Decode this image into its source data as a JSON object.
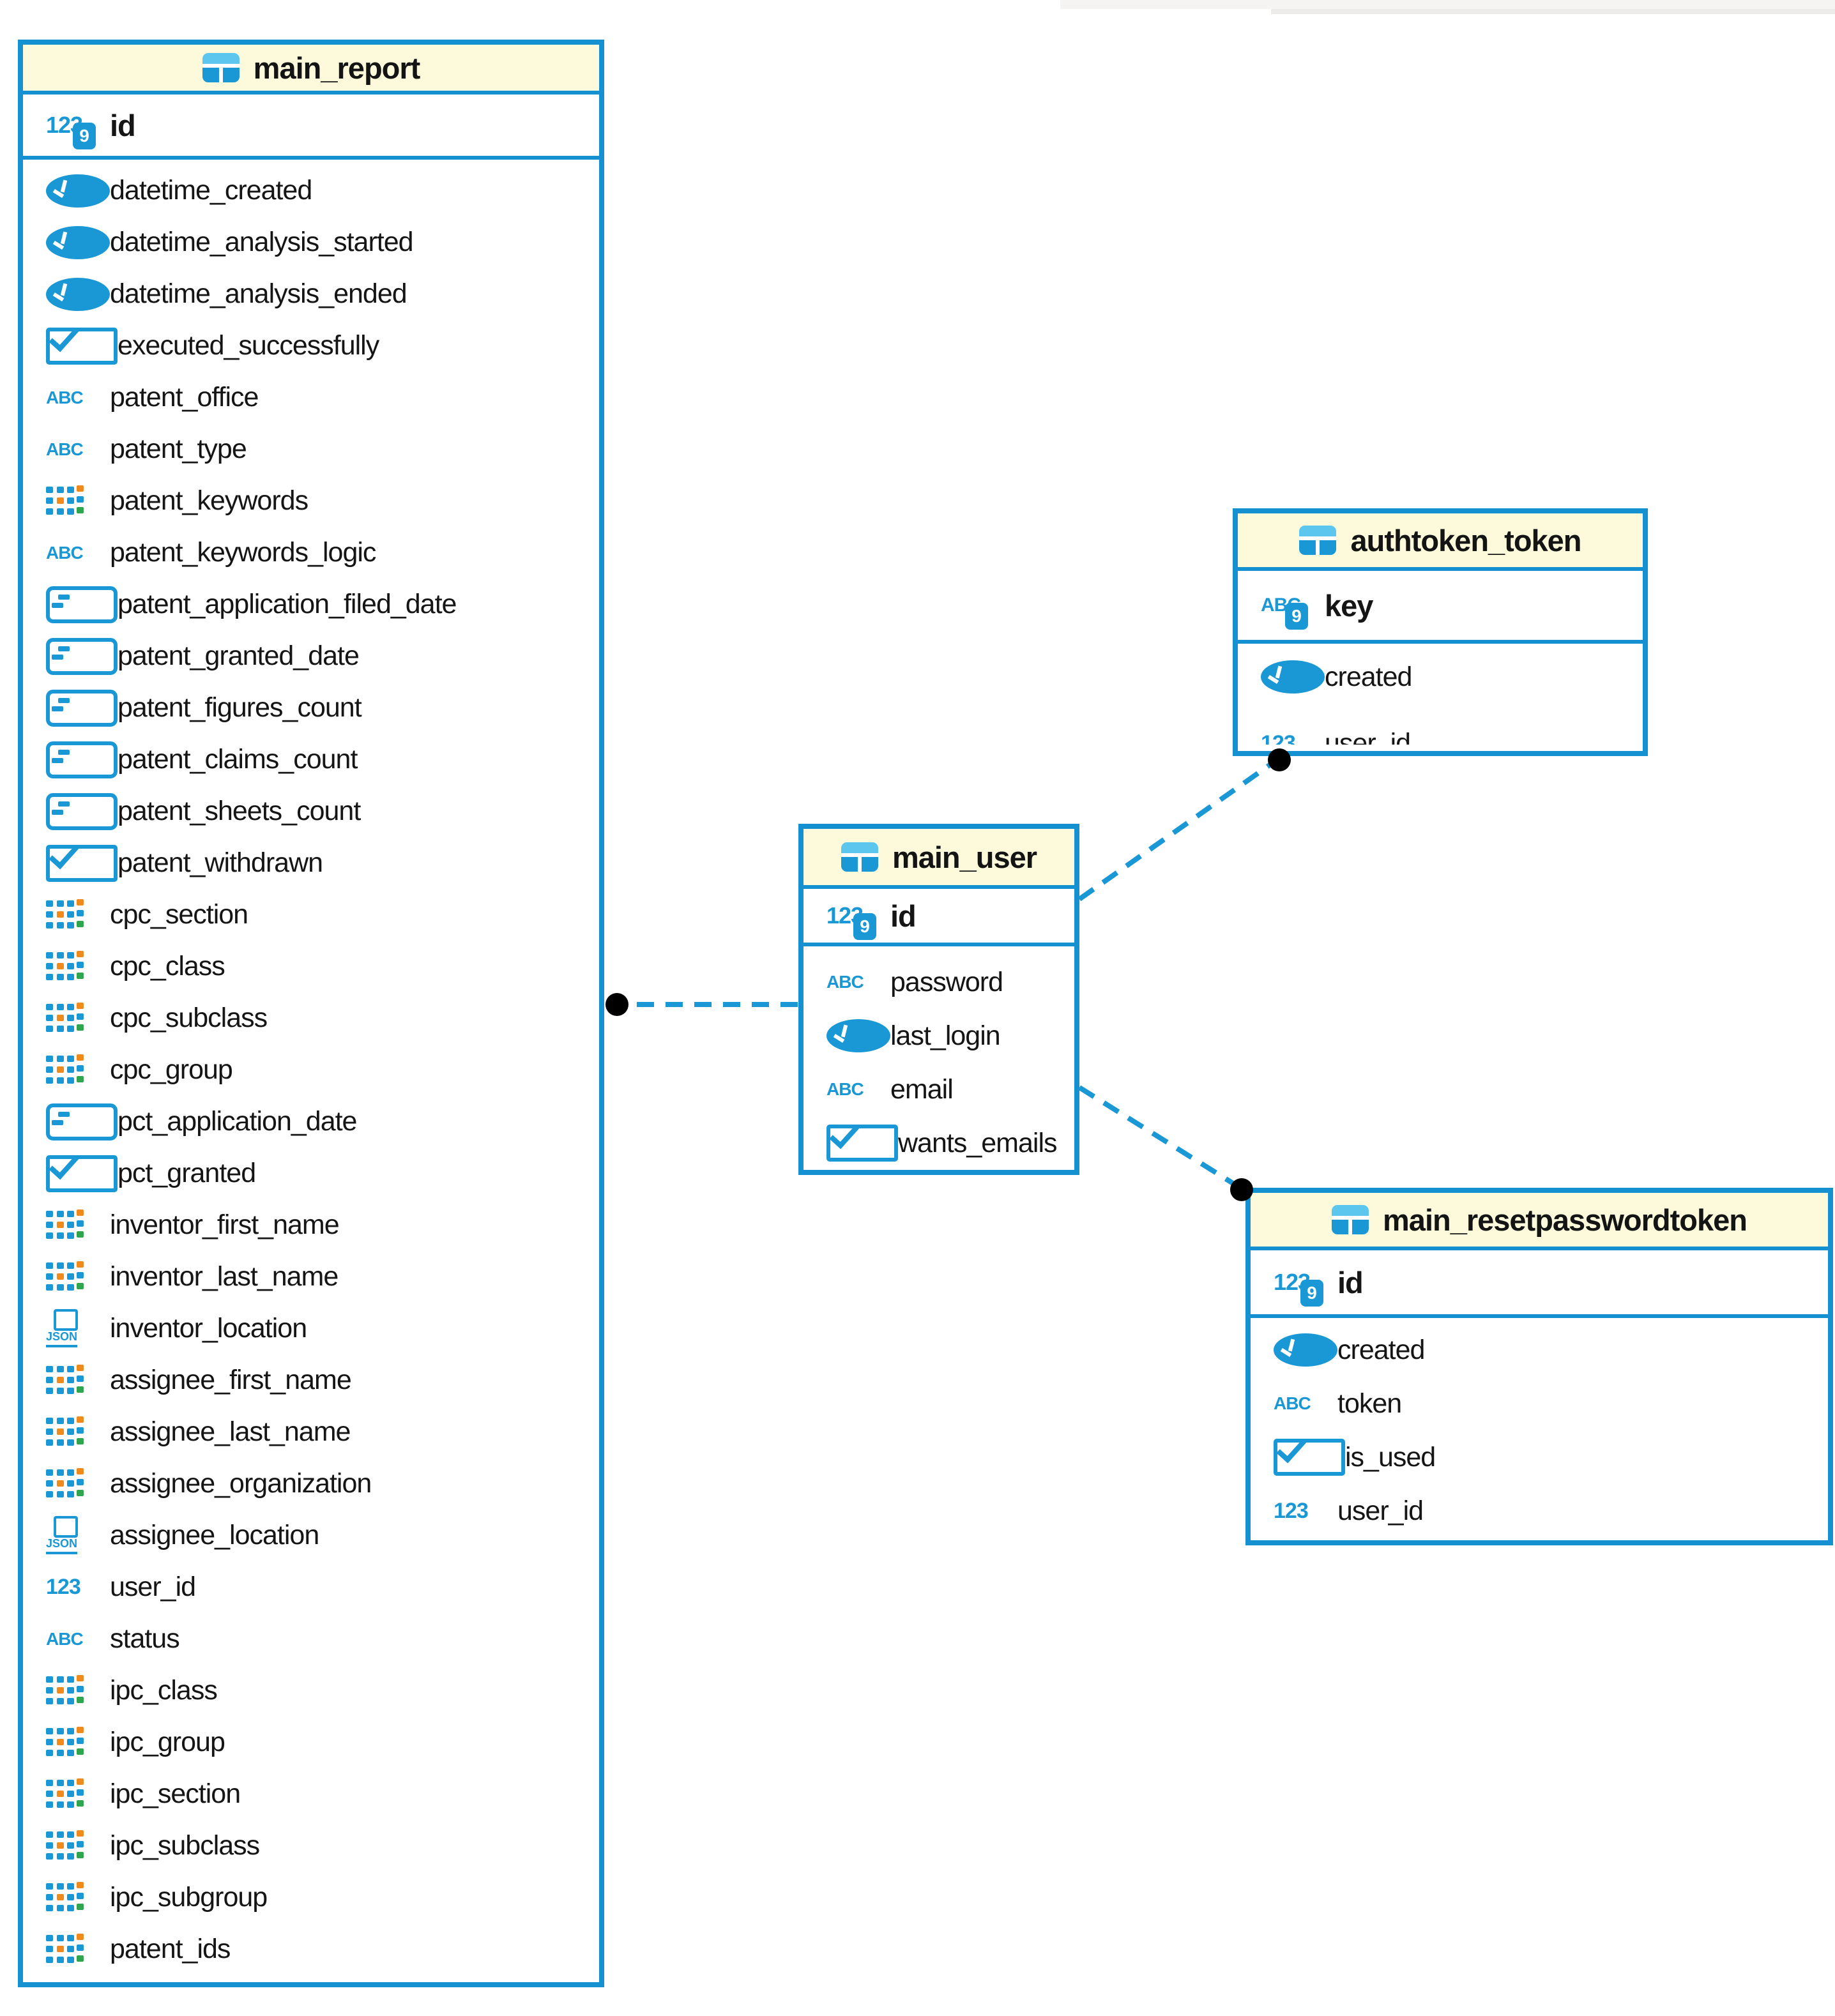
{
  "diagram": {
    "accent_blue": "#1591d1",
    "icon_blue": "#1a97d5",
    "header_fill": "#fcfadb",
    "array_accent_orange": "#ef8b1d",
    "array_accent_green": "#2fa54d",
    "relation_endpoint_color": "#000000",
    "relation_style": "dashed"
  },
  "tables": [
    {
      "name": "main_report",
      "primary_key": [
        {
          "icon": "number-key",
          "label": "id"
        }
      ],
      "fields": [
        {
          "icon": "datetime",
          "label": "datetime_created"
        },
        {
          "icon": "datetime",
          "label": "datetime_analysis_started"
        },
        {
          "icon": "datetime",
          "label": "datetime_analysis_ended"
        },
        {
          "icon": "boolean",
          "label": "executed_successfully"
        },
        {
          "icon": "text",
          "label": "patent_office"
        },
        {
          "icon": "text",
          "label": "patent_type"
        },
        {
          "icon": "array",
          "label": "patent_keywords"
        },
        {
          "icon": "text",
          "label": "patent_keywords_logic"
        },
        {
          "icon": "object",
          "label": "patent_application_filed_date"
        },
        {
          "icon": "object",
          "label": "patent_granted_date"
        },
        {
          "icon": "object",
          "label": "patent_figures_count"
        },
        {
          "icon": "object",
          "label": "patent_claims_count"
        },
        {
          "icon": "object",
          "label": "patent_sheets_count"
        },
        {
          "icon": "boolean",
          "label": "patent_withdrawn"
        },
        {
          "icon": "array",
          "label": "cpc_section"
        },
        {
          "icon": "array",
          "label": "cpc_class"
        },
        {
          "icon": "array",
          "label": "cpc_subclass"
        },
        {
          "icon": "array",
          "label": "cpc_group"
        },
        {
          "icon": "object",
          "label": "pct_application_date"
        },
        {
          "icon": "boolean",
          "label": "pct_granted"
        },
        {
          "icon": "array",
          "label": "inventor_first_name"
        },
        {
          "icon": "array",
          "label": "inventor_last_name"
        },
        {
          "icon": "json",
          "label": "inventor_location"
        },
        {
          "icon": "array",
          "label": "assignee_first_name"
        },
        {
          "icon": "array",
          "label": "assignee_last_name"
        },
        {
          "icon": "array",
          "label": "assignee_organization"
        },
        {
          "icon": "json",
          "label": "assignee_location"
        },
        {
          "icon": "number",
          "label": "user_id"
        },
        {
          "icon": "text",
          "label": "status"
        },
        {
          "icon": "array",
          "label": "ipc_class"
        },
        {
          "icon": "array",
          "label": "ipc_group"
        },
        {
          "icon": "array",
          "label": "ipc_section"
        },
        {
          "icon": "array",
          "label": "ipc_subclass"
        },
        {
          "icon": "array",
          "label": "ipc_subgroup"
        },
        {
          "icon": "array",
          "label": "patent_ids"
        }
      ]
    },
    {
      "name": "main_user",
      "primary_key": [
        {
          "icon": "number-key",
          "label": "id"
        }
      ],
      "fields": [
        {
          "icon": "text",
          "label": "password"
        },
        {
          "icon": "datetime",
          "label": "last_login"
        },
        {
          "icon": "text",
          "label": "email"
        },
        {
          "icon": "boolean",
          "label": "wants_emails"
        }
      ]
    },
    {
      "name": "authtoken_token",
      "primary_key": [
        {
          "icon": "text-key",
          "label": "key"
        }
      ],
      "fields": [
        {
          "icon": "datetime",
          "label": "created"
        },
        {
          "icon": "number",
          "label": "user_id"
        }
      ]
    },
    {
      "name": "main_resetpasswordtoken",
      "primary_key": [
        {
          "icon": "number-key",
          "label": "id"
        }
      ],
      "fields": [
        {
          "icon": "datetime",
          "label": "created"
        },
        {
          "icon": "text",
          "label": "token"
        },
        {
          "icon": "boolean",
          "label": "is_used"
        },
        {
          "icon": "number",
          "label": "user_id"
        }
      ]
    }
  ],
  "connections": [
    {
      "from": "main_report",
      "to": "main_user"
    },
    {
      "from": "main_user",
      "to": "authtoken_token"
    },
    {
      "from": "main_user",
      "to": "main_resetpasswordtoken"
    }
  ]
}
